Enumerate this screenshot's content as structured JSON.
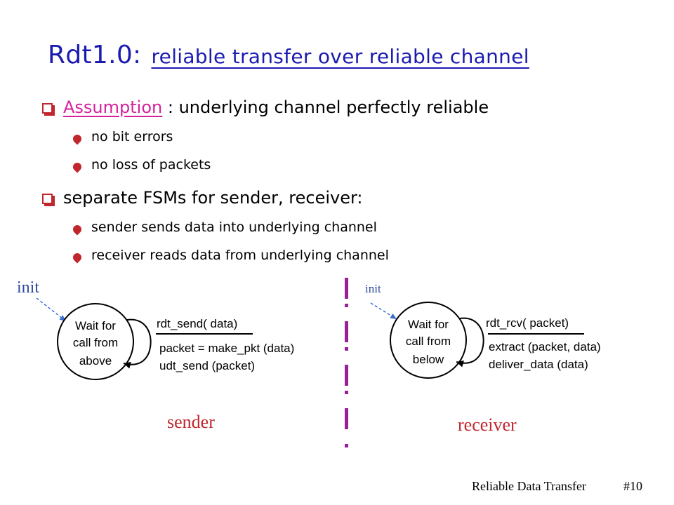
{
  "title": {
    "main": "Rdt1.0:",
    "subtitle": "reliable transfer over reliable channel"
  },
  "bullets": [
    {
      "lead": "Assumption",
      "text": " : underlying channel perfectly reliable",
      "subs": [
        "no bit errors",
        "no loss of packets"
      ]
    },
    {
      "lead": "",
      "text": "separate FSMs for sender, receiver:",
      "subs": [
        "sender sends data into underlying channel",
        "receiver reads data from underlying channel"
      ]
    }
  ],
  "sender": {
    "init": "init",
    "state": [
      "Wait for",
      "call from",
      "above"
    ],
    "event": "rdt_send( data)",
    "actions": [
      "packet = make_pkt (data)",
      "udt_send (packet)"
    ],
    "label": "sender"
  },
  "receiver": {
    "init": "init",
    "state": [
      "Wait for",
      "call from",
      "below"
    ],
    "event": "rdt_rcv( packet)",
    "actions": [
      "extract (packet, data)",
      "deliver_data (data)"
    ],
    "label": "receiver"
  },
  "footer": {
    "left": "Reliable Data Transfer",
    "right": "#10"
  },
  "colors": {
    "title": "#1b1bb0",
    "bullet": "#c0272d",
    "link": "#d6219b",
    "divider": "#9a1f9a",
    "init_arrow": "#3b6fd4",
    "init_text": "#2f4a9e",
    "role_label": "#c0272d"
  }
}
